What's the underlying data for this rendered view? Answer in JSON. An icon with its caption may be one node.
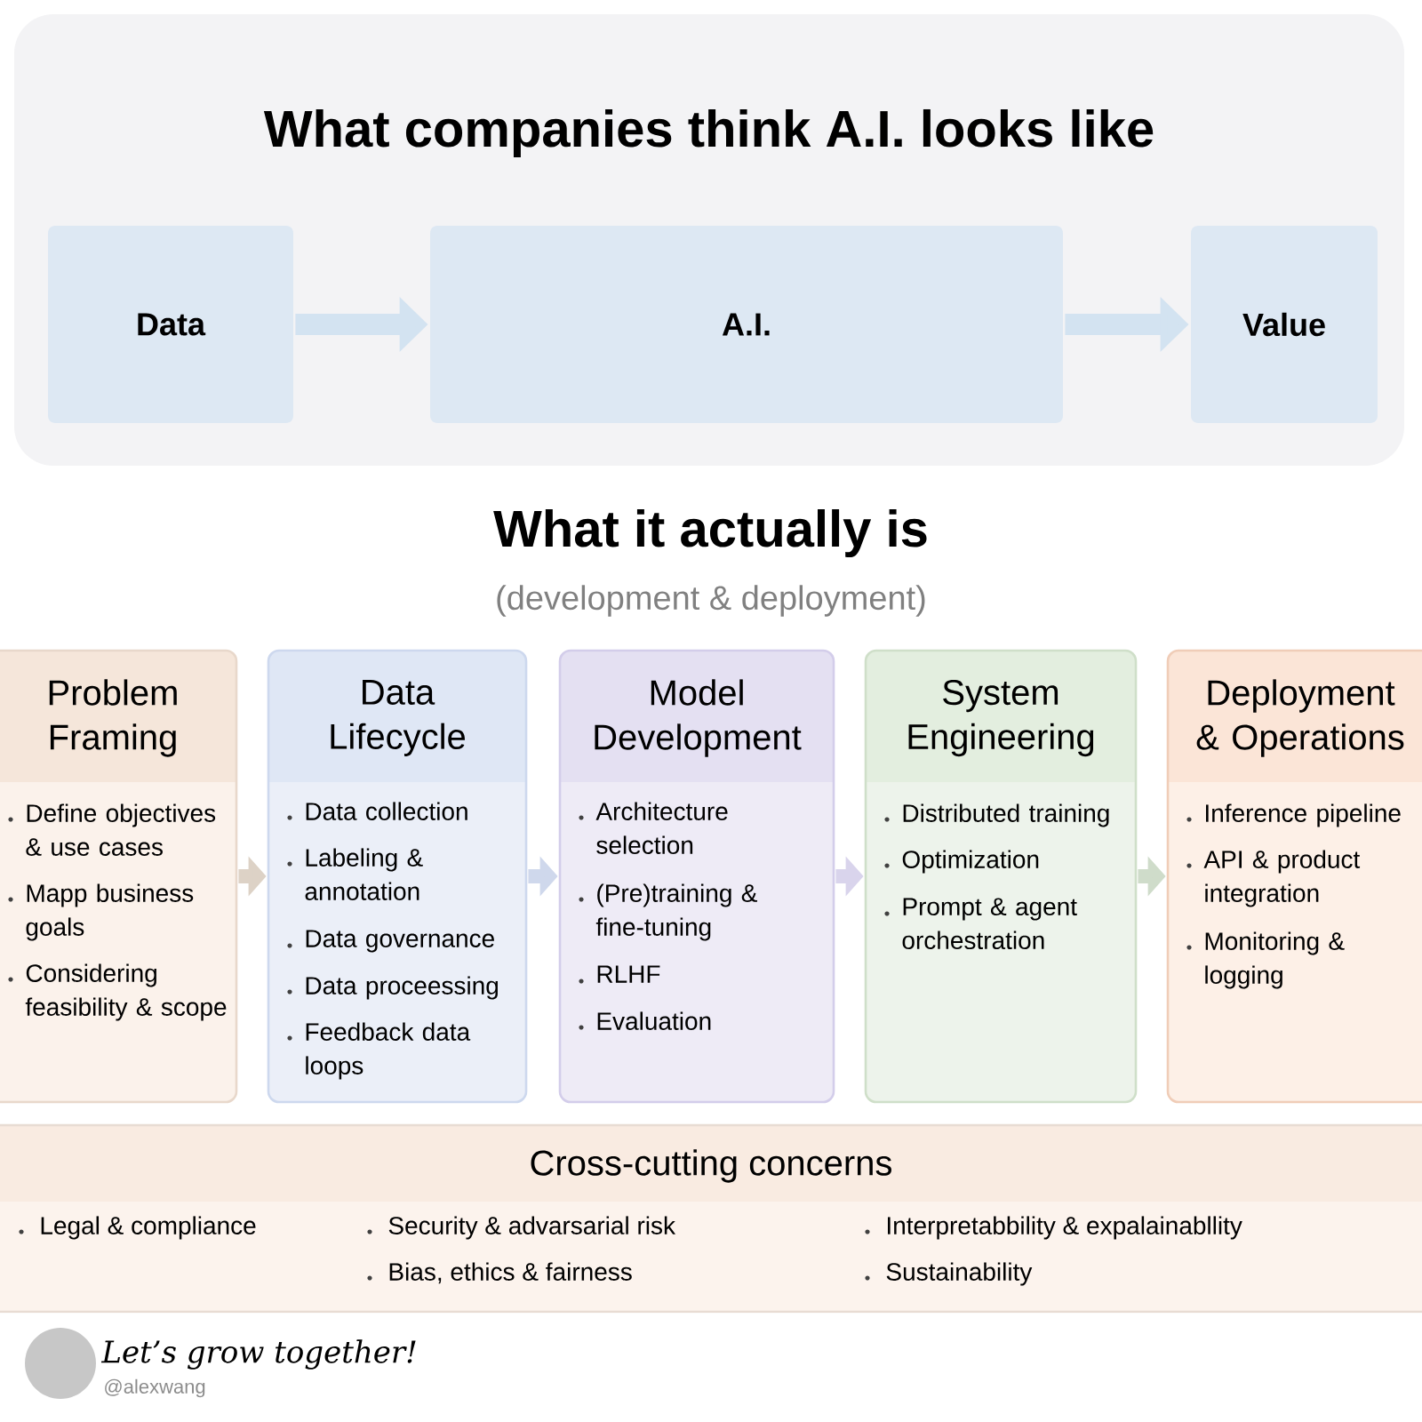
{
  "diagram": {
    "nodes": [
      {
        "text": [
          "What companies think A.I. looks like"
        ]
      },
      {
        "text": [
          "Data"
        ],
        "in": 0
      },
      {
        "text": [
          "A.I."
        ],
        "in": 0
      },
      {
        "text": [
          "Value"
        ],
        "in": 0
      },
      {
        "text": [
          "Problem Framing",
          "Define objectives & use cases",
          "Mapp business goals",
          "Considering feasibility & scope"
        ]
      },
      {
        "text": [
          "Data Lifecycle",
          "Data collection",
          "Labeling & annotation",
          "Data governance",
          "Data proceessing",
          "Feedback data loops"
        ]
      },
      {
        "text": [
          "Model Development",
          "Architecture selection",
          "(Pre)training & fine-tuning",
          "RLHF",
          "Evaluation"
        ]
      },
      {
        "text": [
          "System Engineering",
          "Distributed training",
          "Optimization",
          "Prompt & agent orchestration"
        ]
      },
      {
        "text": [
          "Deployment & Operations",
          "Inference pipeline",
          "API & product integration",
          "Monitoring & logging"
        ]
      },
      {
        "text": [
          "Cross-cutting concerns",
          "Legal & compliance",
          "Security & advarsarial risk",
          "Interpretabbility & expalainabllity",
          "Bias, ethics & fairness",
          "Sustainability"
        ]
      }
    ],
    "edges": [
      {
        "from": 1,
        "to": 2,
        "arrow": "to",
        "color": "#d3e3f1"
      },
      {
        "from": 2,
        "to": 3,
        "arrow": "to",
        "color": "#d3e3f1"
      },
      {
        "from": 4,
        "to": 5,
        "arrow": "to",
        "color": "#ddd2c6"
      },
      {
        "from": 5,
        "to": 6,
        "arrow": "to",
        "color": "#cfd8ec"
      },
      {
        "from": 6,
        "to": 7,
        "arrow": "to",
        "color": "#d9d4ec"
      },
      {
        "from": 7,
        "to": 8,
        "arrow": "to",
        "color": "#cfdcca"
      }
    ],
    "labels": [
      "What it actually is",
      "(development & deployment)",
      "Let’s grow together!",
      "@alexwang"
    ]
  }
}
